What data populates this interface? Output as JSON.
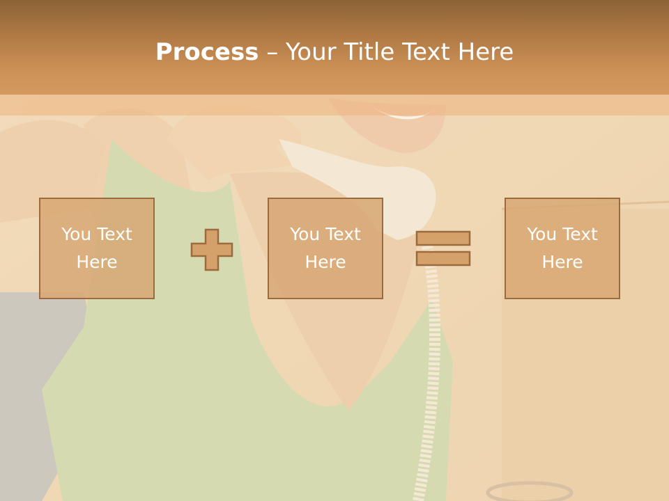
{
  "slide": {
    "title_bold": "Process",
    "title_rest": " – Your Title Text Here",
    "boxes": [
      {
        "line1": "You Text",
        "line2": "Here"
      },
      {
        "line1": "You Text",
        "line2": "Here"
      },
      {
        "line1": "You Text",
        "line2": "Here"
      }
    ],
    "operators": [
      "plus-icon",
      "equals-icon"
    ],
    "colors": {
      "title_band": "#b07a45",
      "box_fill": "#d7a874",
      "box_border": "#9b6a3f",
      "operator_fill": "#d4a16b",
      "operator_border": "#9b6a3f"
    },
    "background_image": "smiling-woman-on-telephone-photo"
  }
}
